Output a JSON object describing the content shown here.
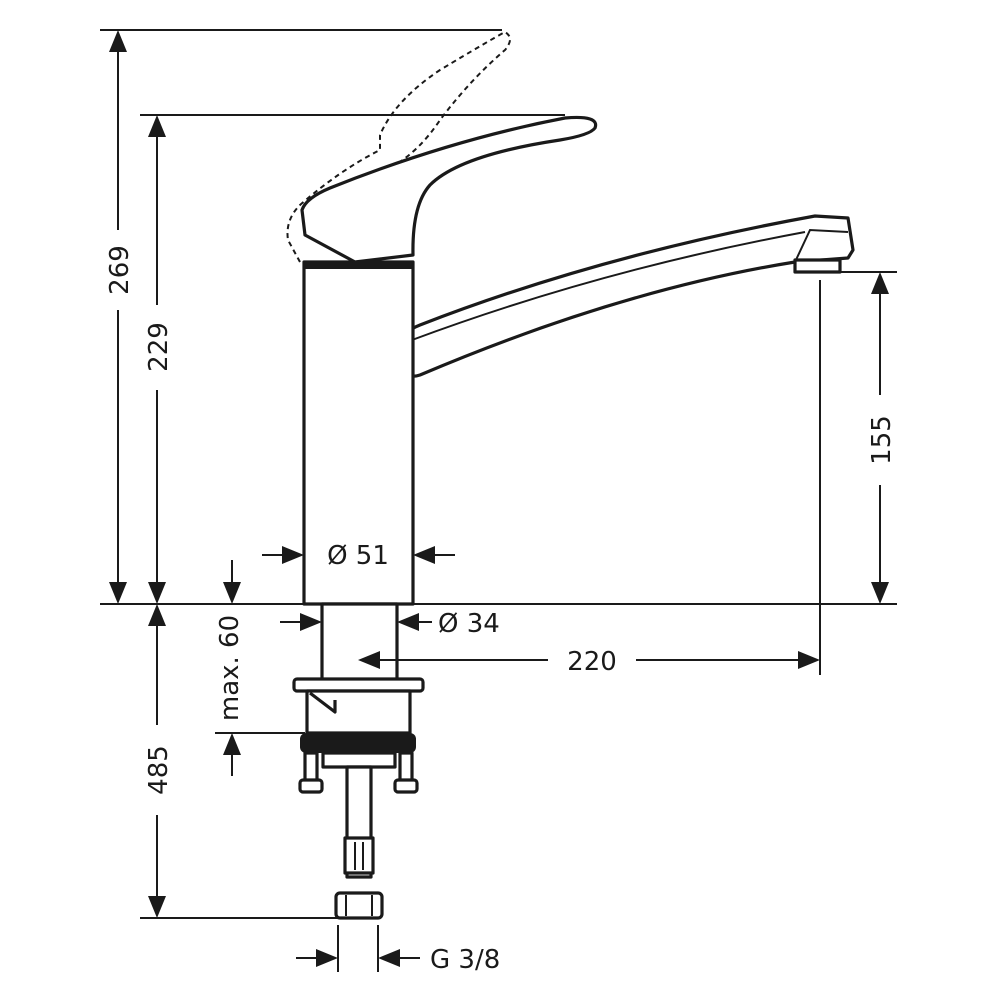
{
  "title": "Kitchen mixer dimension drawing",
  "dimensions": {
    "total_height": "269",
    "body_height": "229",
    "spout_height": "155",
    "body_diameter": "Ø 51",
    "shaft_diameter": "Ø 34",
    "spout_reach": "220",
    "max_deck_thickness": "max. 60",
    "hose_length": "485",
    "connection_thread": "G 3/8"
  },
  "colors": {
    "line": "#1a1a1a",
    "background": "#ffffff"
  }
}
